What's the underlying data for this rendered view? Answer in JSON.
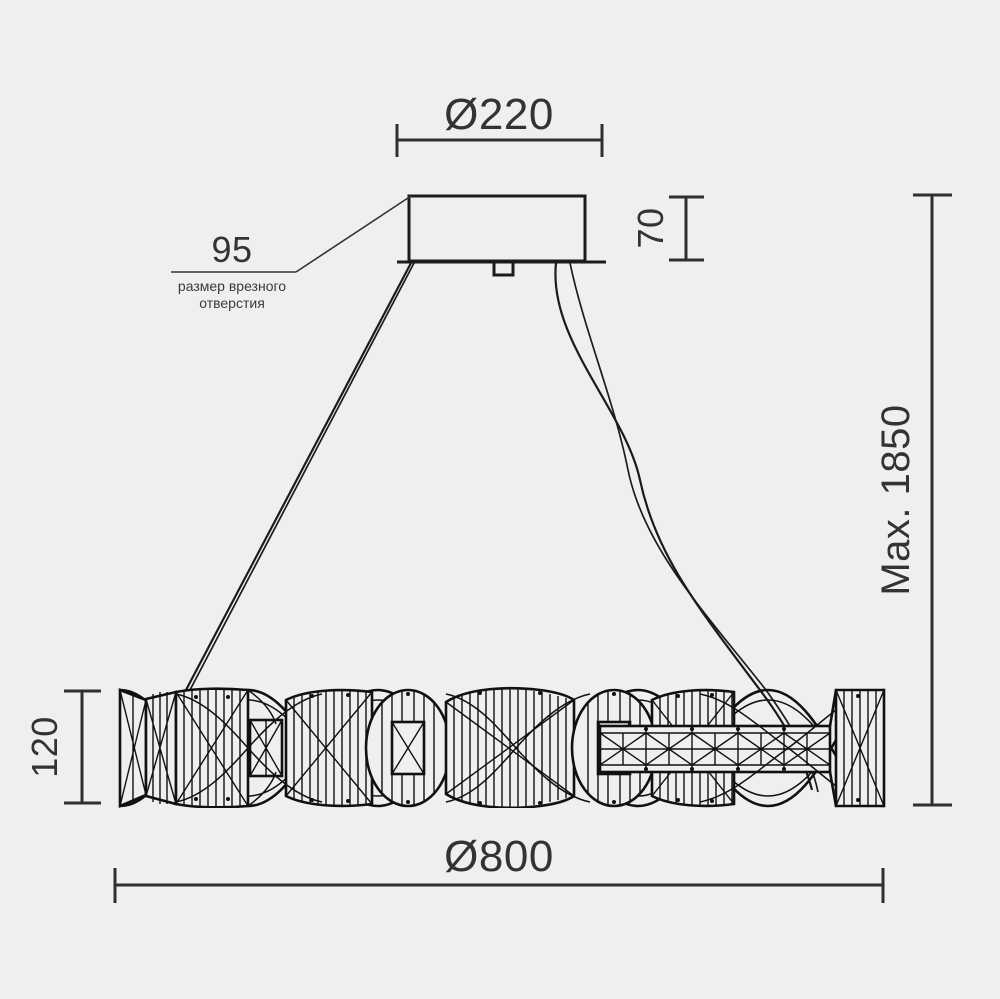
{
  "drawing": {
    "title": "Pendant chandelier dimensional drawing",
    "background_color": "#efefee",
    "line_color": "#1b1b1b",
    "text_color": "#333333"
  },
  "dimensions": {
    "canopy_diameter": {
      "label": "Ø220",
      "value": 220,
      "unit": "mm",
      "orientation": "horizontal",
      "position": "top"
    },
    "canopy_height": {
      "label": "70",
      "value": 70,
      "unit": "mm",
      "orientation": "vertical",
      "position": "top-right"
    },
    "total_height": {
      "label": "Max. 1850",
      "value": 1850,
      "unit": "mm",
      "orientation": "vertical",
      "position": "right"
    },
    "ring_height": {
      "label": "120",
      "value": 120,
      "unit": "mm",
      "orientation": "vertical",
      "position": "left"
    },
    "ring_diameter": {
      "label": "Ø800",
      "value": 800,
      "unit": "mm",
      "orientation": "horizontal",
      "position": "bottom"
    }
  },
  "annotation": {
    "cutout": {
      "value_label": "95",
      "caption_line1": "размер врезного",
      "caption_line2": "отверстия"
    }
  },
  "parts": {
    "canopy": "ceiling-canopy",
    "cable_left": "suspension-cable-left",
    "cable_right": "suspension-cable-right",
    "power_cord": "power-cord",
    "ring": "crystal-ring-body"
  }
}
